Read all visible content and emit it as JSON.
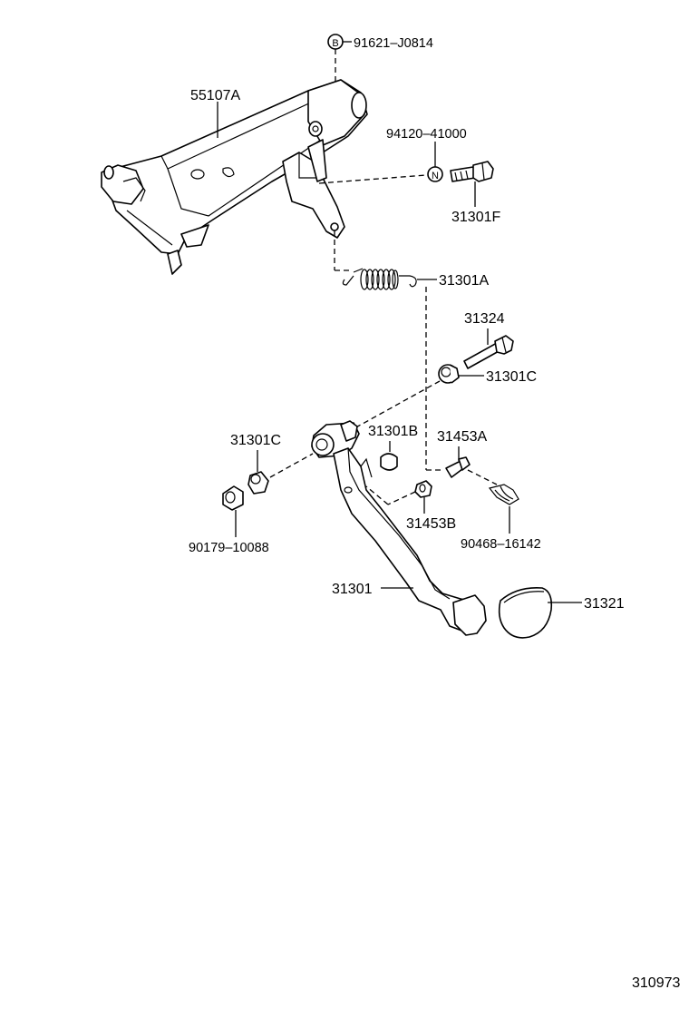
{
  "labels": {
    "p_91621": "91621–J0814",
    "p_55107A": "55107A",
    "p_94120": "94120–41000",
    "p_31301F": "31301F",
    "p_31301A": "31301A",
    "p_31324": "31324",
    "p_31301C_right": "31301C",
    "p_31301C_left": "31301C",
    "p_31301B": "31301B",
    "p_31453A": "31453A",
    "p_90179": "90179–10088",
    "p_31453B": "31453B",
    "p_90468": "90468–16142",
    "p_31301": "31301",
    "p_31321": "31321",
    "figure_number": "310973"
  },
  "markers": {
    "bolt_marker": "B",
    "nut_marker": "N"
  }
}
